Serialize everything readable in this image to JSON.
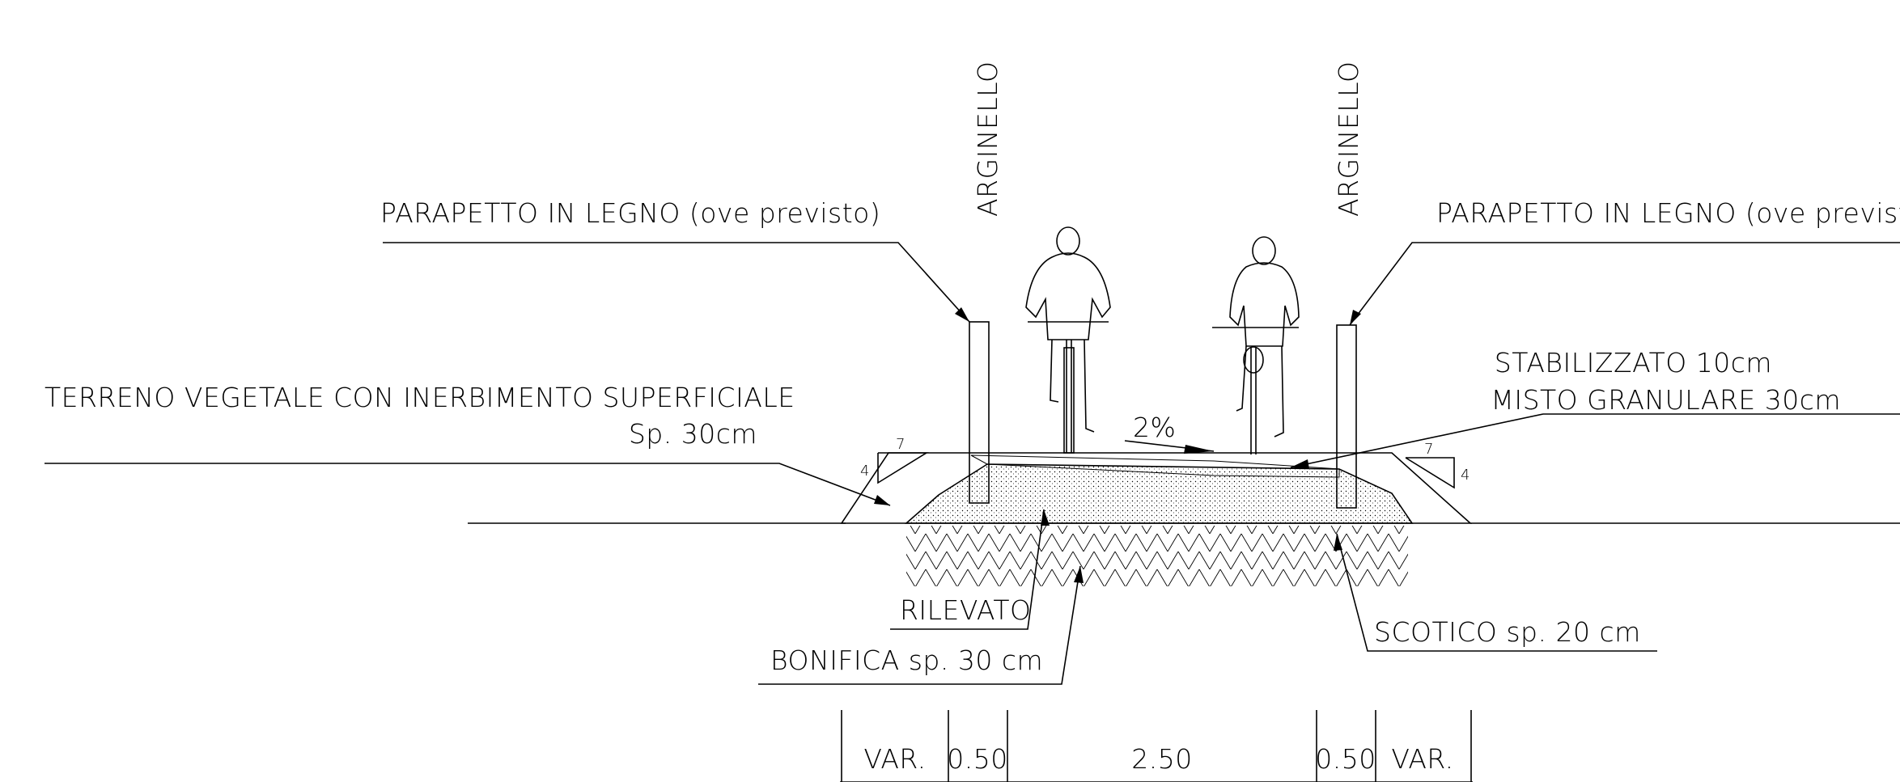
{
  "labels": {
    "arginello_left": "ARGINELLO",
    "arginello_right": "ARGINELLO",
    "parapetto_left": "PARAPETTO IN LEGNO (ove previsto)",
    "parapetto_right": "PARAPETTO IN LEGNO (ove previsto)",
    "terreno_line1": "TERRENO VEGETALE CON INERBIMENTO SUPERFICIALE",
    "terreno_line2": "Sp. 30cm",
    "stabilizzato": "STABILIZZATO 10cm",
    "misto": "MISTO GRANULARE 30cm",
    "slope_percent": "2%",
    "slope_left_rise": "4",
    "slope_left_run": "7",
    "slope_right_rise": "4",
    "slope_right_run": "7",
    "rilevato": "RILEVATO",
    "bonifica": "BONIFICA sp. 30 cm",
    "scotico": "SCOTICO sp. 20 cm"
  },
  "dimensions": [
    "VAR.",
    "0.50",
    "2.50",
    "0.50",
    "VAR."
  ]
}
